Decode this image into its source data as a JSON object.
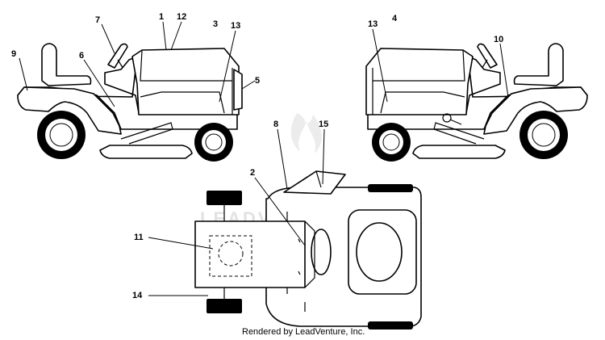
{
  "callouts": {
    "c1": "1",
    "c2": "2",
    "c3": "3",
    "c4": "4",
    "c5": "5",
    "c6": "6",
    "c7": "7",
    "c8": "8",
    "c9": "9",
    "c10": "10",
    "c11": "11",
    "c12": "12",
    "c13_left": "13",
    "c13_right": "13",
    "c14": "14",
    "c15": "15"
  },
  "watermark": "LEADVENTURE",
  "credit": "Rendered by LeadVenture, Inc."
}
